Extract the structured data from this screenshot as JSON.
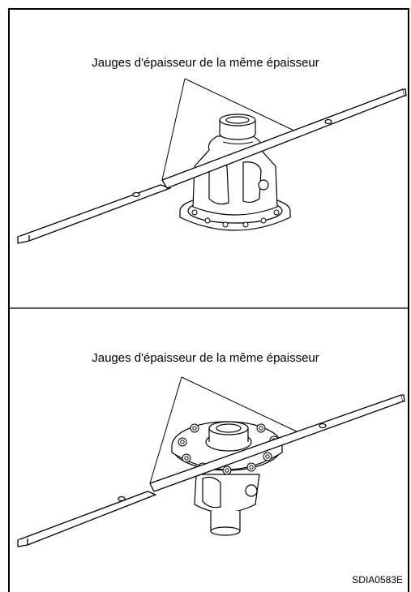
{
  "top_panel": {
    "label": "Jauges d'épaisseur de la même épaisseur"
  },
  "bottom_panel": {
    "label": "Jauges d'épaisseur de la même épaisseur"
  },
  "figure_code": "SDIA0583E",
  "colors": {
    "line": "#000000",
    "fill": "#ffffff"
  }
}
